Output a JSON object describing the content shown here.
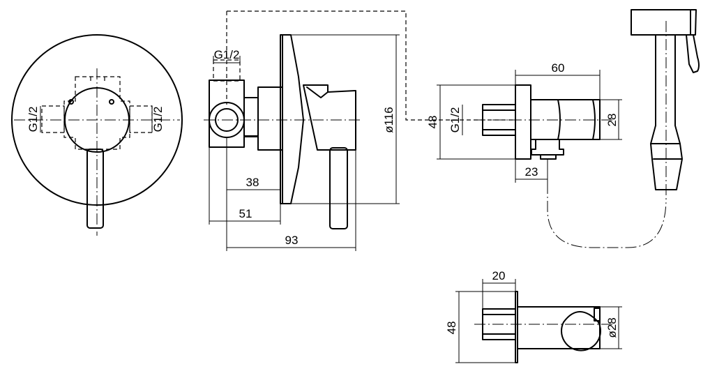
{
  "dimensions": {
    "thread_front_left": "G1/2",
    "thread_front_right": "G1/2",
    "thread_side_top": "G1/2",
    "thread_holder": "G1/2",
    "mixer_depth_38": "38",
    "mixer_depth_51": "51",
    "mixer_depth_93": "93",
    "plate_diameter": "ø116",
    "holder_length_60": "60",
    "holder_height_48": "48",
    "holder_outlet_23": "23",
    "holder_diameter_28": "28",
    "bottom_width_20": "20",
    "bottom_height_48": "48",
    "bottom_diameter_28": "ø28"
  }
}
